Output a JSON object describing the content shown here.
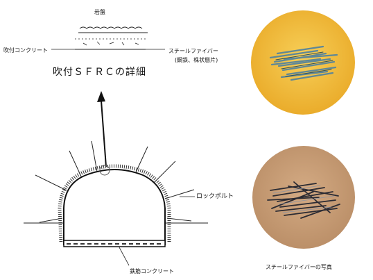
{
  "detail": {
    "top_label": "岩盤",
    "left_label": "吹付コンクリート",
    "right_label_line1": "スチールファイバー",
    "right_label_line2": "(鋼鉄、株状態片)",
    "title": "吹付ＳＦＲＣの詳細"
  },
  "tunnel": {
    "rockbolt_label": "ロックボルト",
    "invert_label": "鉄筋コンクリート"
  },
  "photos": {
    "bottom_caption": "スチールファイバーの写真",
    "top_bg": "#f2b93a",
    "bottom_bg": "#c79a72"
  }
}
